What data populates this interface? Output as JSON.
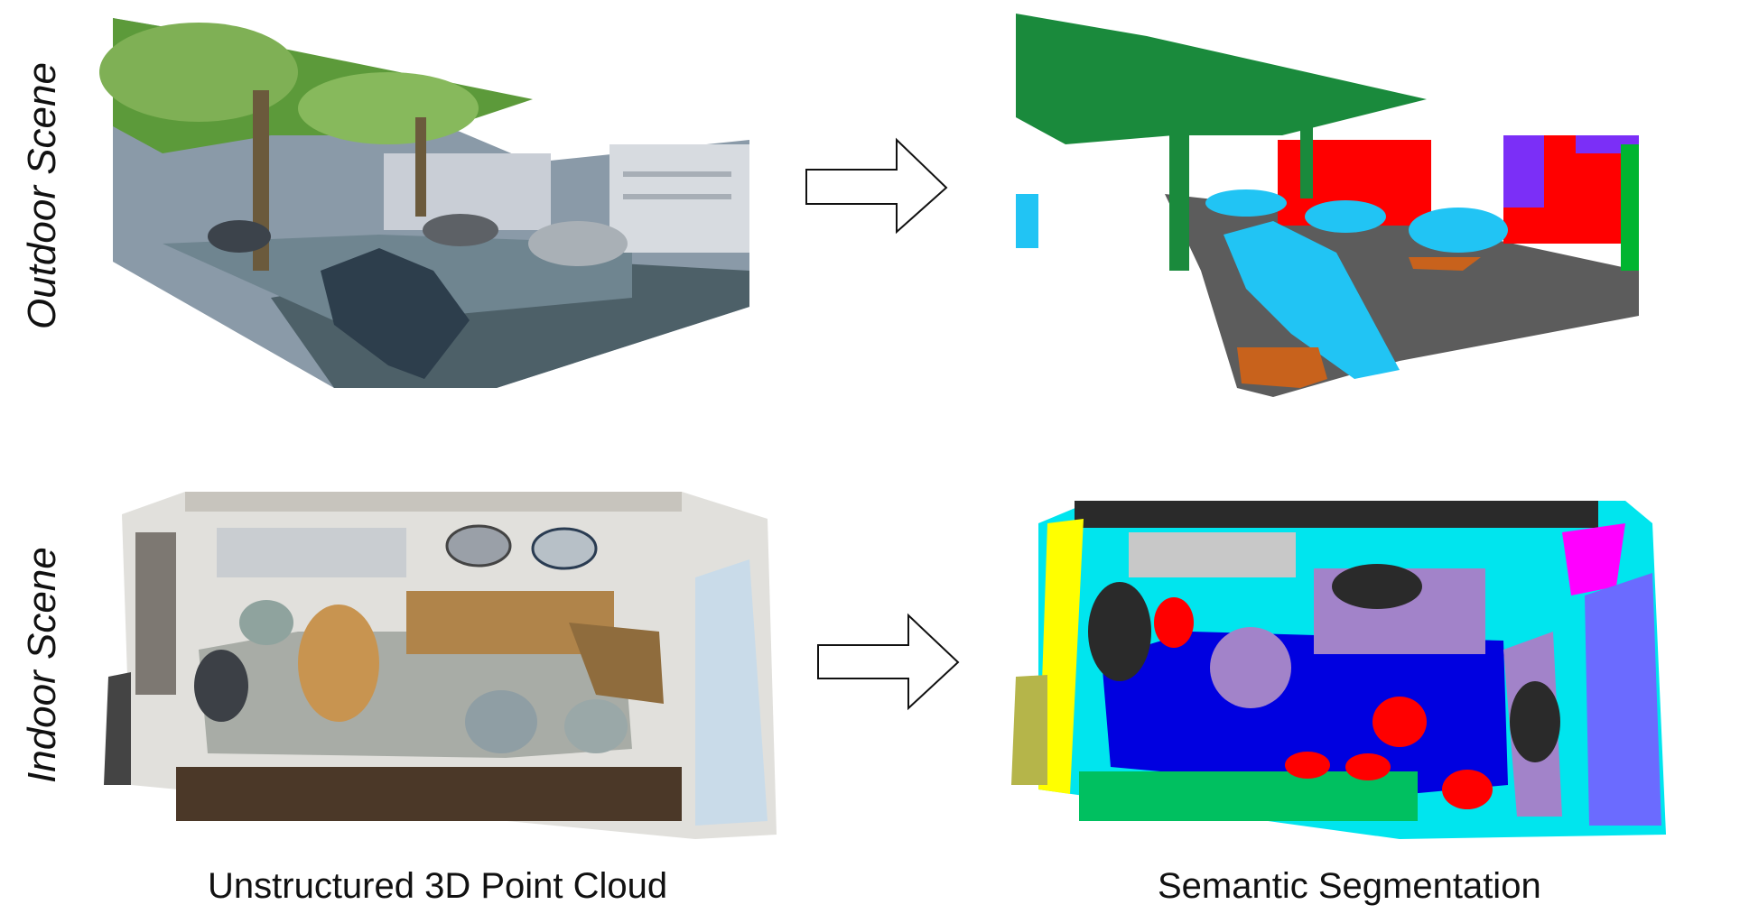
{
  "rows": {
    "outdoor_label": "Outdoor Scene",
    "indoor_label": "Indoor Scene"
  },
  "columns": {
    "input_label": "Unstructured 3D Point Cloud",
    "output_label": "Semantic Segmentation"
  },
  "icons": {
    "transition": "right-arrow-icon"
  },
  "segmentation_colors": {
    "vegetation": "#1a8a3c",
    "car": "#21c4f4",
    "road": "#5c5c5c",
    "building": "#ff0000",
    "facade": "#7b2ff7",
    "sidewalk": "#c8621c",
    "floor": "#0000e0",
    "table": "#a283c9",
    "chair": "#ff0000",
    "wall": "#00e5ee",
    "clutter": "#2a2a2a",
    "door": "#ffff00",
    "bookcase": "#00c060",
    "window": "#6b6bff",
    "board": "#c8c8c8",
    "column": "#ff00ff"
  }
}
